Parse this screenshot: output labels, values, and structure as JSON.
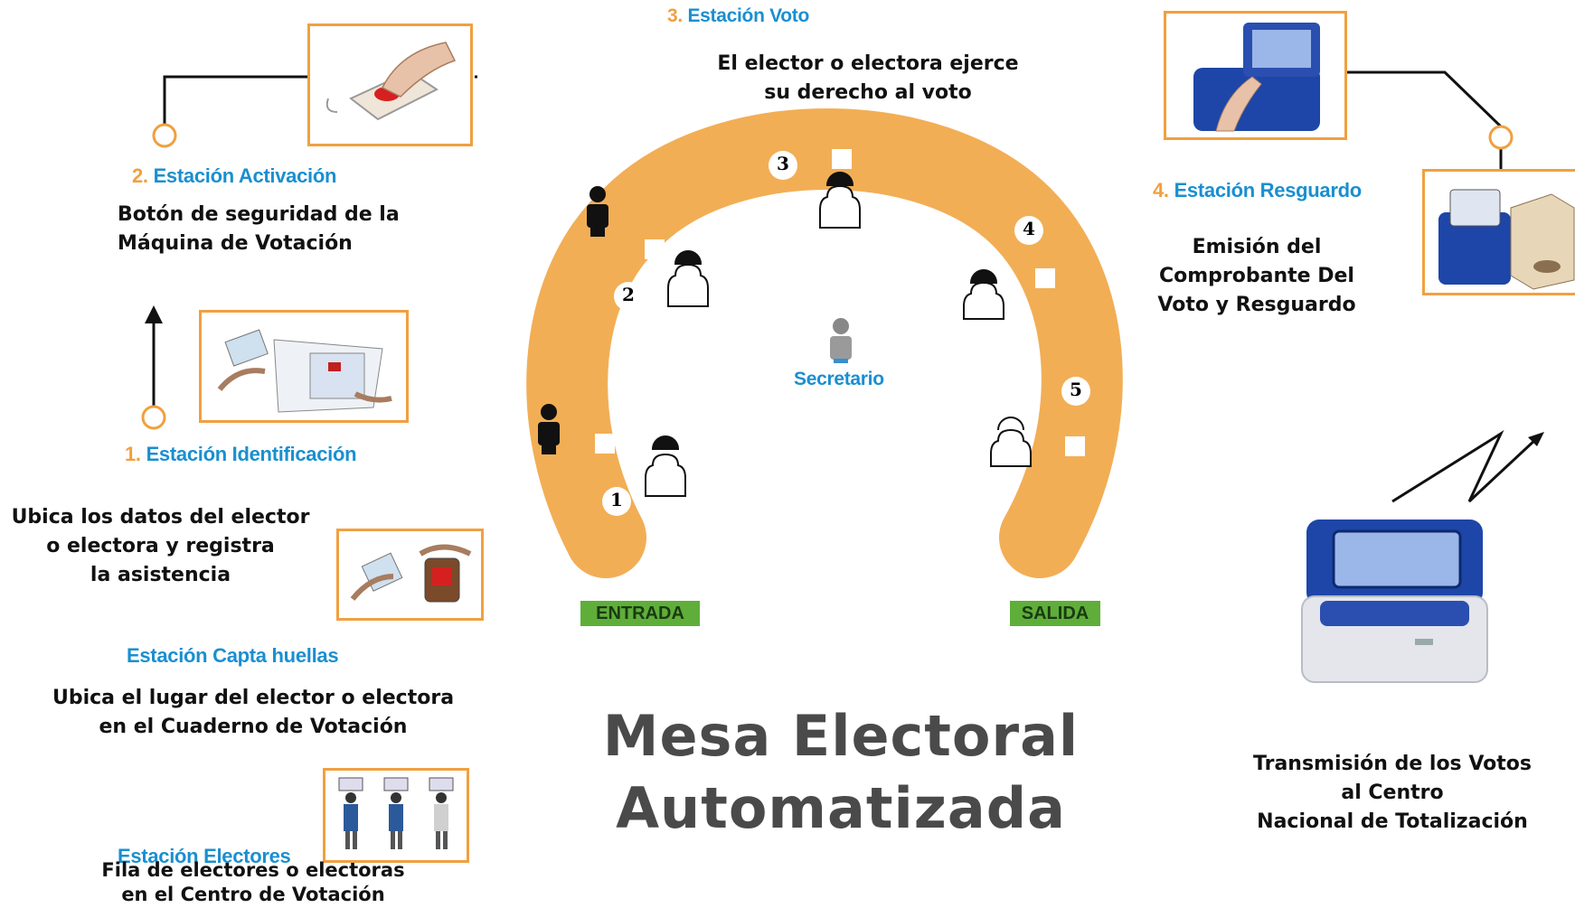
{
  "title": {
    "line1": "Mesa Electoral",
    "line2": "Automatizada"
  },
  "stations": {
    "voto": {
      "num": "3.",
      "name": "Estación Voto",
      "desc_line1": "El elector o electora ejerce",
      "desc_line2": "su derecho al voto"
    },
    "activacion": {
      "num": "2.",
      "name": "Estación Activación",
      "desc_line1": "Botón de seguridad de la",
      "desc_line2": "Máquina de Votación"
    },
    "identificacion": {
      "num": "1.",
      "name": "Estación Identificación",
      "desc_line1": "Ubica los datos del elector",
      "desc_line2": "o electora y registra",
      "desc_line3": "la asistencia"
    },
    "captahuellas": {
      "name": "Estación Capta huellas",
      "desc_line1": "Ubica el lugar del elector o electora",
      "desc_line2": "en el Cuaderno de Votación"
    },
    "electores": {
      "name": "Estación Electores",
      "desc_line1": "Fila de electores o electoras",
      "desc_line2": "en el Centro de Votación"
    },
    "resguardo": {
      "num": "4.",
      "name": "Estación Resguardo",
      "desc_line1": "Emisión del",
      "desc_line2": "Comprobante Del",
      "desc_line3": "Voto y Resguardo"
    }
  },
  "transmision": {
    "line1": "Transmisión de los Votos",
    "line2": "al Centro",
    "line3": "Nacional de Totalización"
  },
  "arch": {
    "secretario": "Secretario",
    "entrada": "ENTRADA",
    "salida": "SALIDA",
    "numbers": [
      "1",
      "2",
      "3",
      "4",
      "5"
    ]
  },
  "colors": {
    "arch": "#f2ae55",
    "station_label": "#1a8fd0",
    "station_number": "#f0a040",
    "tag_green": "#5fae3a",
    "box_border": "#f0a040",
    "title": "#4a4a4a"
  },
  "icons": [
    "fingerprint-button-icon",
    "voter-id-icon",
    "touchscreen-vote-icon",
    "ballot-box-icon",
    "fingerprint-scanner-icon",
    "voters-queue-icon",
    "voting-machine-icon",
    "person-icon"
  ]
}
